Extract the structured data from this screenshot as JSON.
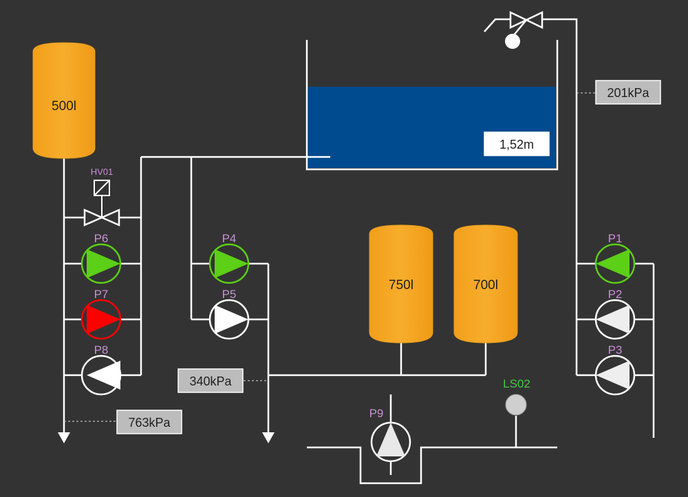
{
  "colors": {
    "background": "#333333",
    "pipe": "#ffffff",
    "tank": "#f5a623",
    "water": "#004a8f",
    "pump_running": "#5ccf17",
    "pump_fault": "#ff0000",
    "pump_stopped": "#ffffff",
    "pump_label": "#c98fd6",
    "sensor_label": "#3fcf3f",
    "readout_box": "#bcbcbc"
  },
  "tanks": {
    "t500": {
      "label": "500l"
    },
    "t750": {
      "label": "750l"
    },
    "t700": {
      "label": "700l"
    }
  },
  "reservoir": {
    "level": "1,52m"
  },
  "readouts": {
    "p201": "201kPa",
    "p340": "340kPa",
    "p763": "763kPa"
  },
  "valves": {
    "hv01": "HV01"
  },
  "sensors": {
    "ls02": "LS02"
  },
  "pumps": {
    "P1": {
      "label": "P1",
      "state": "running"
    },
    "P2": {
      "label": "P2",
      "state": "stopped"
    },
    "P3": {
      "label": "P3",
      "state": "stopped"
    },
    "P4": {
      "label": "P4",
      "state": "running"
    },
    "P5": {
      "label": "P5",
      "state": "stopped"
    },
    "P6": {
      "label": "P6",
      "state": "running"
    },
    "P7": {
      "label": "P7",
      "state": "fault"
    },
    "P8": {
      "label": "P8",
      "state": "stopped"
    },
    "P9": {
      "label": "P9",
      "state": "stopped"
    }
  }
}
